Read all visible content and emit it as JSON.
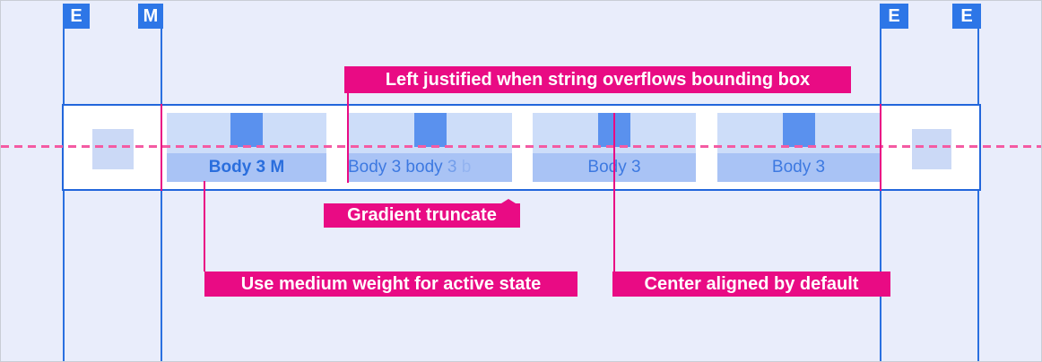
{
  "markers": {
    "items": [
      {
        "label": "E"
      },
      {
        "label": "M"
      },
      {
        "label": "E"
      },
      {
        "label": "E"
      }
    ]
  },
  "tabbar": {
    "tabs": [
      {
        "label": "Body 3 M",
        "state": "active",
        "align": "center"
      },
      {
        "label": "Body 3 body 3 b",
        "align": "left",
        "truncation": "gradient",
        "segments": {
          "part1": "Body 3 body ",
          "part2": "3 ",
          "part3": "b"
        }
      },
      {
        "label": "Body 3",
        "align": "center"
      },
      {
        "label": "Body 3",
        "align": "center"
      }
    ]
  },
  "annotations": {
    "left_justified": {
      "text": "Left justified when string overflows bounding box"
    },
    "gradient_truncate": {
      "text": "Gradient truncate"
    },
    "medium_weight": {
      "text": "Use medium weight for active state"
    },
    "center_aligned": {
      "text": "Center aligned by default"
    }
  },
  "colors": {
    "canvas": "#e9edfb",
    "annotation_magenta": "#e90b84",
    "marker_badge_blue": "#2d76e7",
    "guide_line_blue": "#2a70e0",
    "baseline_dash_pink": "#f45ba3",
    "bar_border_blue": "#2266db",
    "tab_resting_fill": "#cdddf9",
    "tab_label_fill": "#a9c3f5",
    "tab_icon_fill": "#5a91ee",
    "tab_text_blue": "#3d79e1",
    "tab_text_active_blue": "#2a6edd"
  }
}
